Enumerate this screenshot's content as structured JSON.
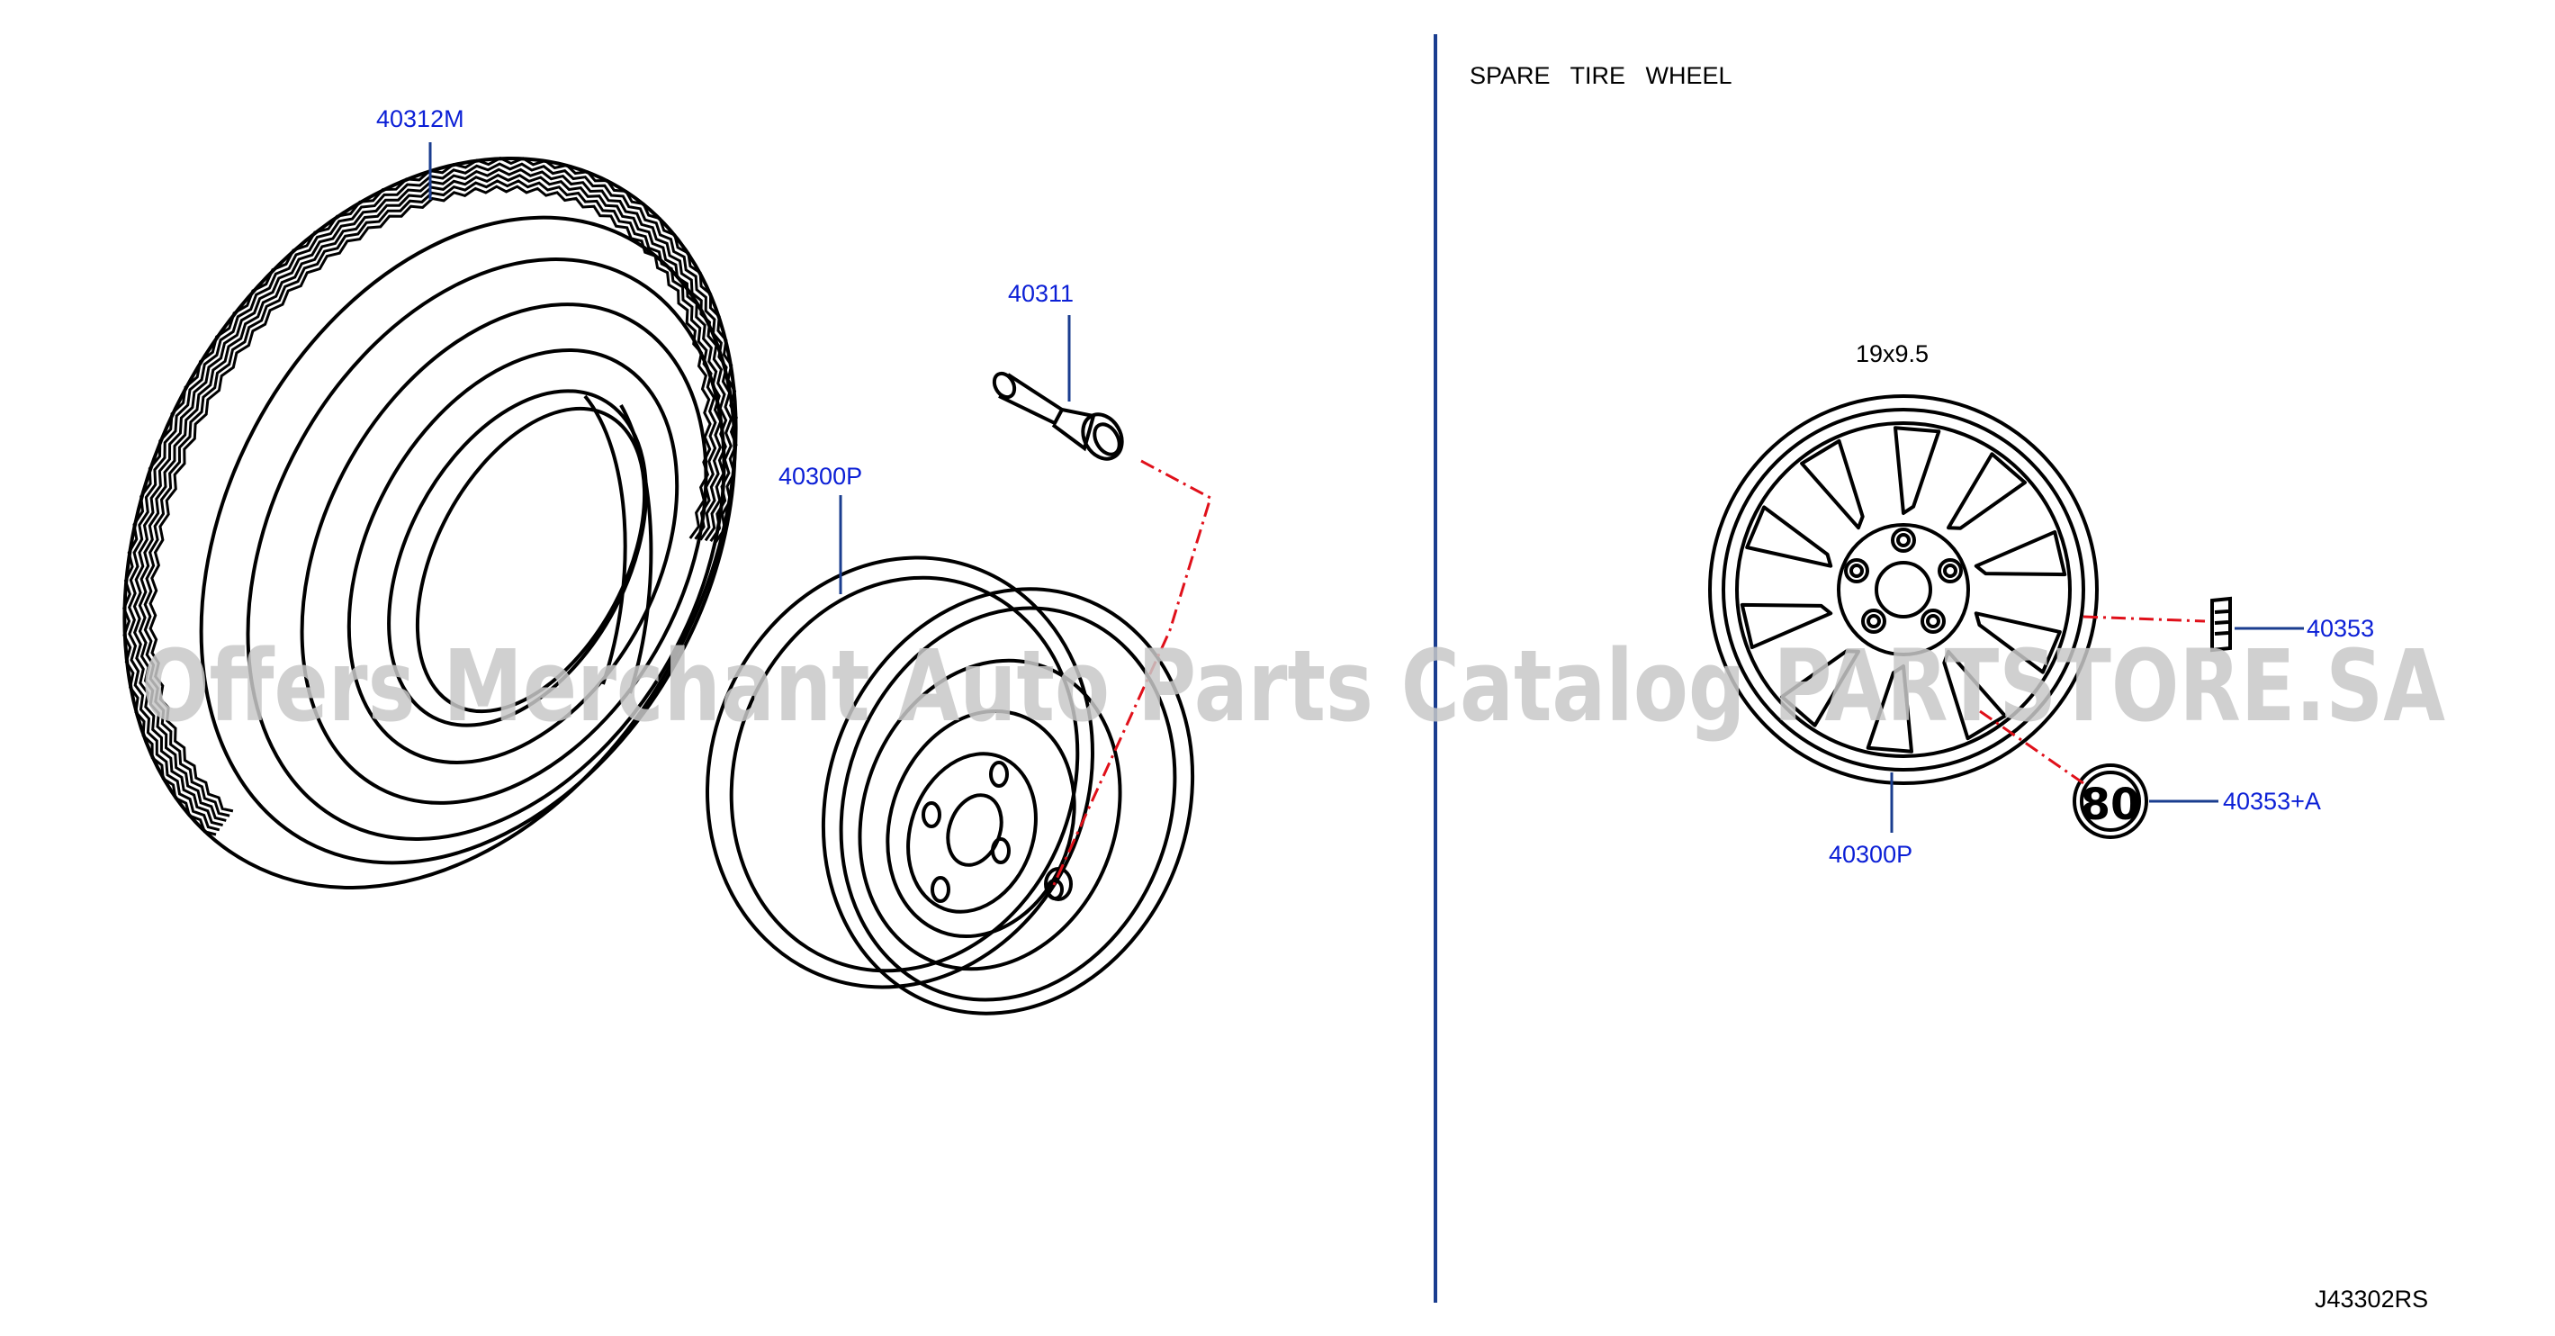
{
  "section_title": "SPARE   TIRE   WHEEL",
  "wheel_size": "19x9.5",
  "drawing_code": "J43302RS",
  "watermark": "Offers Merchant Auto Parts Catalog PARTSTORE.SA",
  "emblem_text": "80",
  "colors": {
    "line": "#000000",
    "callout": "#0b1fd6",
    "leader": "#1a3d8f",
    "dashed": "#e0101a",
    "divider": "#1a3d8f",
    "watermark": "#c8c8c8"
  },
  "parts": {
    "tire": "40312M",
    "valve": "40311",
    "steel_wheel": "40300P",
    "alloy_wheel": "40300P",
    "weight": "40353",
    "emblem": "40353+A"
  }
}
